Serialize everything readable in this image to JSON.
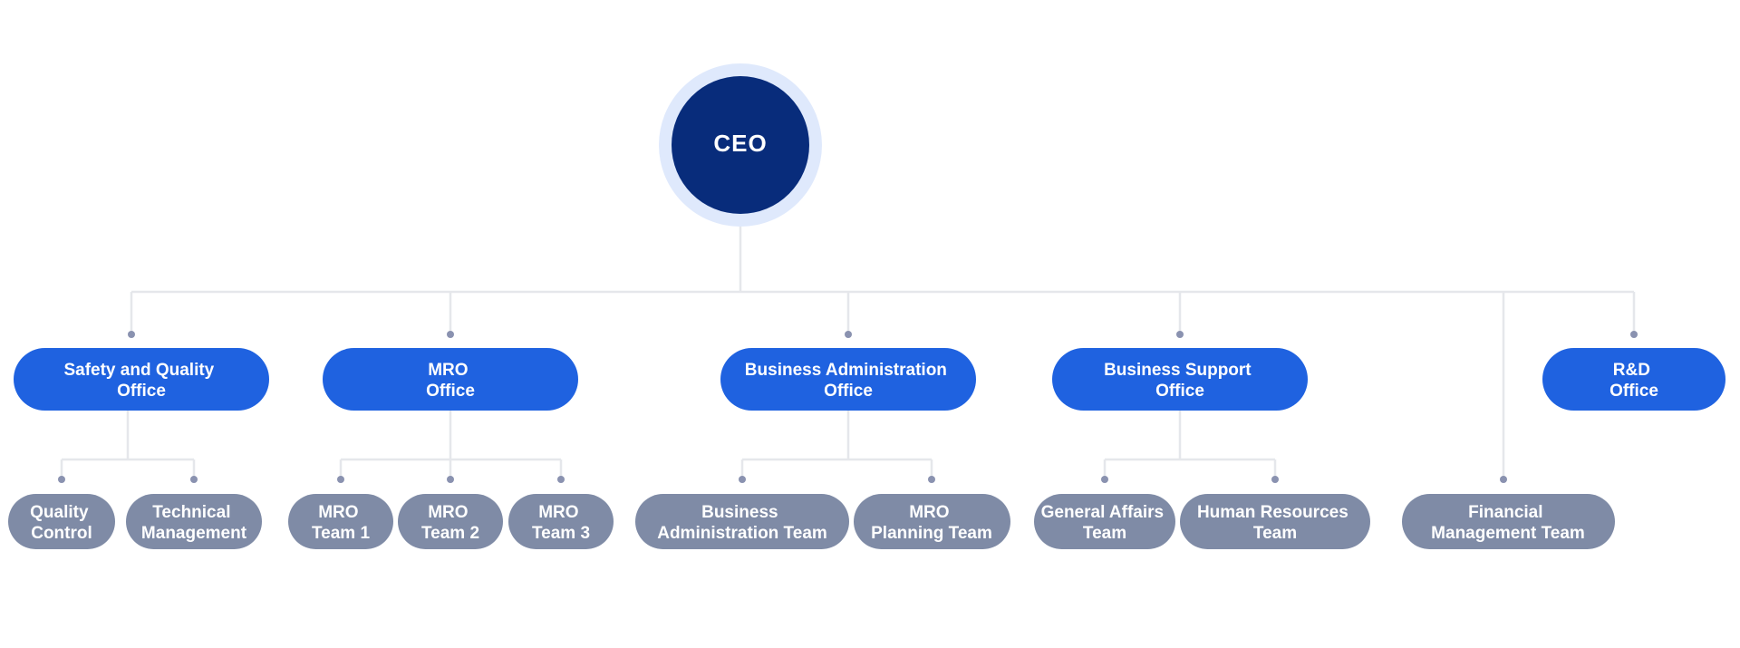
{
  "ceo": {
    "label": "CEO",
    "colors": {
      "halo": "#dfe9fc",
      "core": "#082c7b"
    }
  },
  "colors": {
    "office": "#1f62e0",
    "team": "#7f8ba6",
    "connector": "#e5e7eb",
    "connector_dot": "#8a92b0",
    "text": "#ffffff"
  },
  "offices": [
    {
      "name": "safety-quality",
      "lines": [
        "Safety and Quality",
        "Office"
      ],
      "teams": [
        {
          "name": "quality-control",
          "lines": [
            "Quality",
            "Control"
          ]
        },
        {
          "name": "technical-management",
          "lines": [
            "Technical",
            "Management"
          ]
        }
      ]
    },
    {
      "name": "mro",
      "lines": [
        "MRO",
        "Office"
      ],
      "teams": [
        {
          "name": "mro-team-1",
          "lines": [
            "MRO",
            "Team 1"
          ]
        },
        {
          "name": "mro-team-2",
          "lines": [
            "MRO",
            "Team 2"
          ]
        },
        {
          "name": "mro-team-3",
          "lines": [
            "MRO",
            "Team 3"
          ]
        }
      ]
    },
    {
      "name": "business-administration",
      "lines": [
        "Business Administration",
        "Office"
      ],
      "teams": [
        {
          "name": "business-administration-team",
          "lines": [
            "Business",
            "Administration Team"
          ]
        },
        {
          "name": "mro-planning-team",
          "lines": [
            "MRO",
            "Planning Team"
          ]
        }
      ]
    },
    {
      "name": "business-support",
      "lines": [
        "Business Support",
        "Office"
      ],
      "teams": [
        {
          "name": "general-affairs-team",
          "lines": [
            "General Affairs",
            "Team"
          ]
        },
        {
          "name": "human-resources-team",
          "lines": [
            "Human Resources",
            "Team"
          ]
        }
      ]
    },
    {
      "name": "rnd",
      "lines": [
        "R&D",
        "Office"
      ],
      "teams": []
    }
  ],
  "direct_teams": [
    {
      "name": "financial-management-team",
      "lines": [
        "Financial",
        "Management Team"
      ]
    }
  ]
}
